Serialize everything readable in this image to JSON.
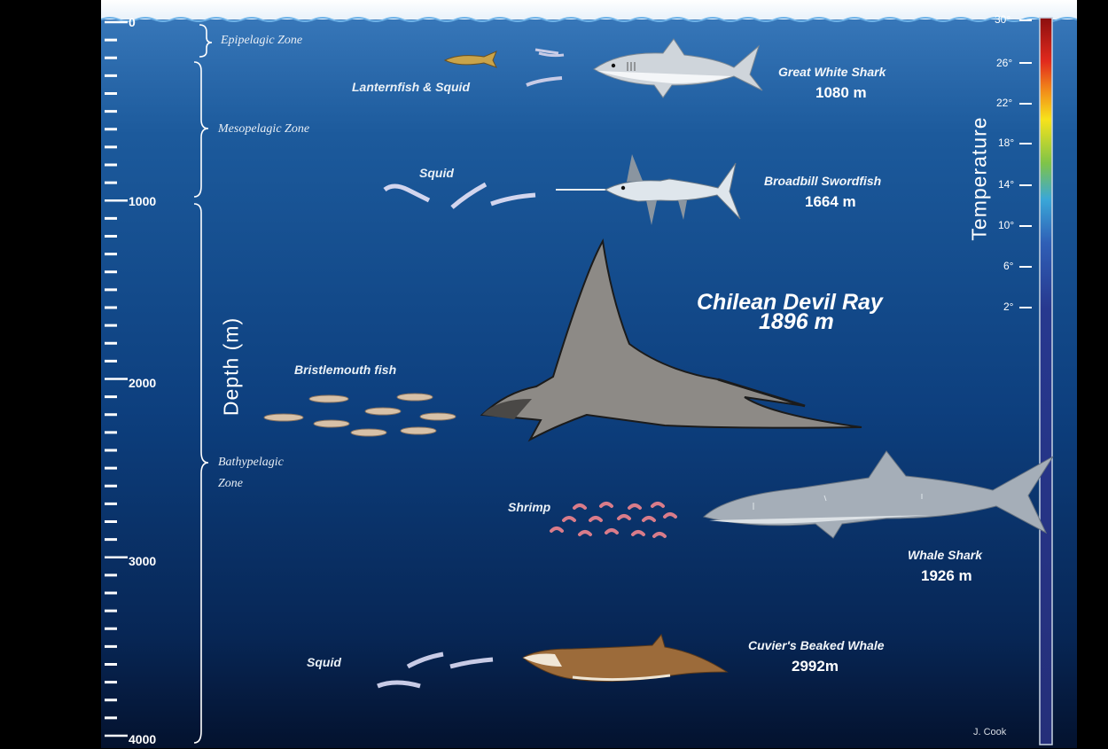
{
  "axis": {
    "depth_title": "Depth (m)",
    "temperature_title": "Temperature",
    "depth_ticks": [
      "0",
      "1000",
      "2000",
      "3000",
      "4000"
    ],
    "temperature_ticks": [
      "30°",
      "26°",
      "22°",
      "18°",
      "14°",
      "10°",
      "6°",
      "2°"
    ]
  },
  "zones": {
    "epipelagic": "Epipelagic Zone",
    "mesopelagic": "Mesopelagic Zone",
    "bathypelagic_line1": "Bathypelagic",
    "bathypelagic_line2": "Zone"
  },
  "animals": {
    "great_white": {
      "name": "Great White Shark",
      "depth": "1080 m"
    },
    "swordfish": {
      "name": "Broadbill Swordfish",
      "depth": "1664 m"
    },
    "devil_ray": {
      "name": "Chilean Devil Ray",
      "depth": "1896 m"
    },
    "whale_shark": {
      "name": "Whale Shark",
      "depth": "1926 m"
    },
    "beaked_whale": {
      "name": "Cuvier's Beaked Whale",
      "depth": "2992m"
    }
  },
  "prey": {
    "lanternfish": "Lanternfish & Squid",
    "squid_upper": "Squid",
    "bristlemouth": "Bristlemouth fish",
    "shrimp": "Shrimp",
    "squid_lower": "Squid"
  },
  "credit": "J. Cook",
  "colors": {
    "water_top": "#2e6aa8",
    "water_bottom": "#04102a",
    "surface_line": "#6fb3e8",
    "outer_background": "#000000"
  }
}
